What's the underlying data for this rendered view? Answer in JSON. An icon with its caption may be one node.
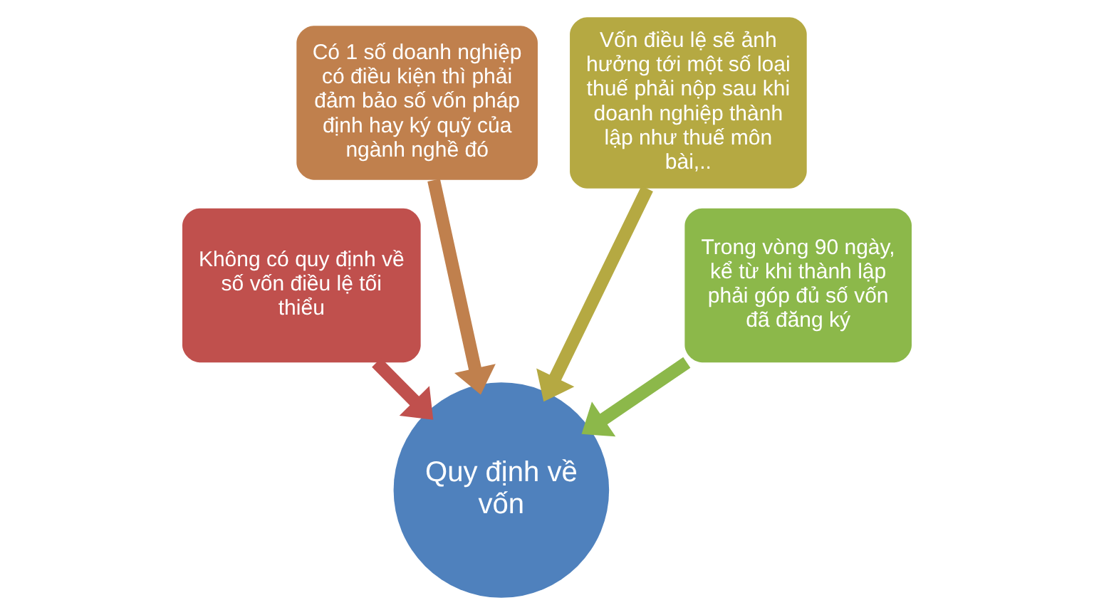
{
  "diagram": {
    "nodes": [
      {
        "text": [
          "Có 1 số doanh nghiệp có điều kiện thì phải đảm bảo số vốn pháp định hay ký quỹ của ngành nghề đó"
        ]
      },
      {
        "text": [
          "Vốn điều lệ sẽ ảnh hưởng tới một số loại thuế phải nộp sau khi doanh nghiệp thành lập như thuế môn bài,.."
        ]
      },
      {
        "text": [
          "Không có quy định về số vốn điều lệ tối thiểu"
        ]
      },
      {
        "text": [
          "Trong vòng 90 ngày, kể từ khi thành lập phải góp đủ số vốn đã đăng ký"
        ]
      },
      {
        "text": [
          "Quy định về vốn"
        ]
      }
    ],
    "edges": [
      {
        "from": 2,
        "to": 4,
        "arrow": "to",
        "color": "#c0504d"
      },
      {
        "from": 0,
        "to": 4,
        "arrow": "to",
        "color": "#c0804d"
      },
      {
        "from": 1,
        "to": 4,
        "arrow": "to",
        "color": "#b5a942"
      },
      {
        "from": 3,
        "to": 4,
        "arrow": "to",
        "color": "#8cb84a"
      }
    ]
  }
}
